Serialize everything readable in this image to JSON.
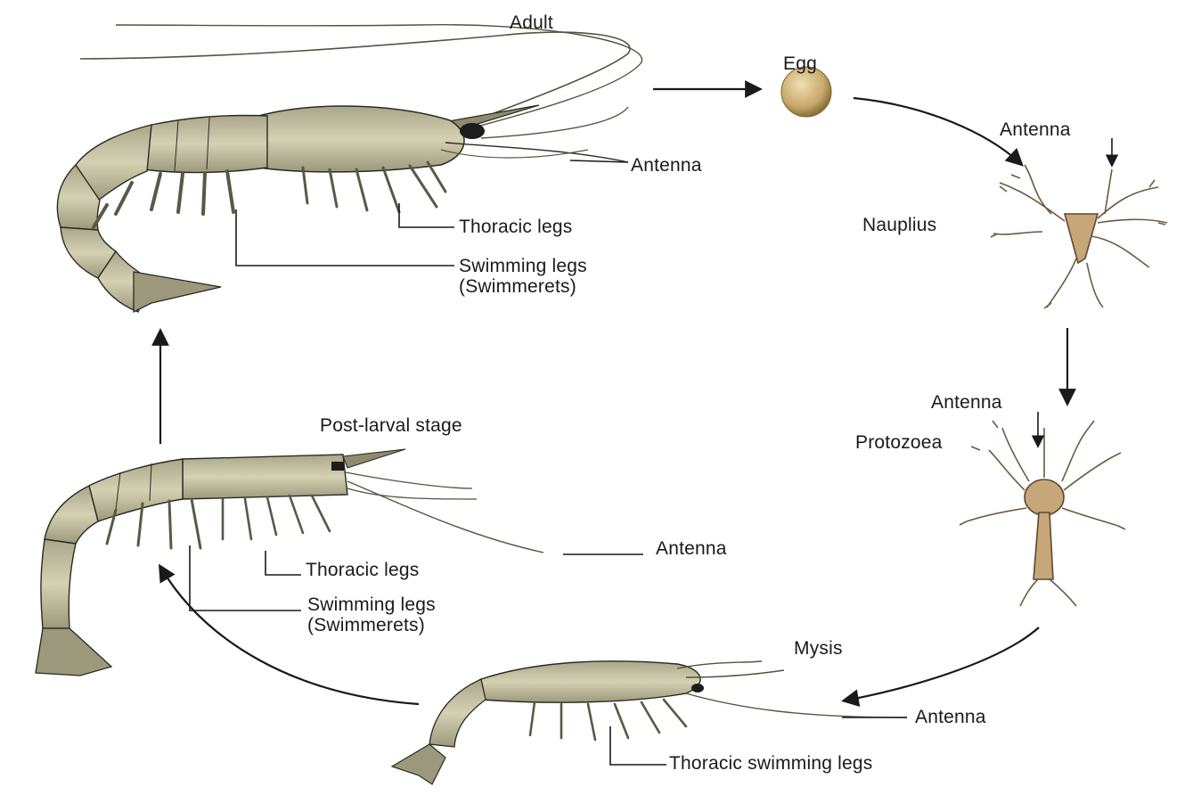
{
  "stages": {
    "adult": "Adult",
    "egg": "Egg",
    "nauplius": "Nauplius",
    "protozoea": "Protozoea",
    "mysis": "Mysis",
    "postlarval": "Post-larval stage"
  },
  "labels": {
    "antenna": "Antenna",
    "thoracic_legs": "Thoracic legs",
    "swimming_legs": "Swimming legs",
    "swimmerets": "(Swimmerets)",
    "thoracic_swimming_legs": "Thoracic swimming legs"
  },
  "colors": {
    "body": "#c9c6a6",
    "body_dark": "#8d8a6e",
    "outline": "#2b2a22",
    "egg": "#c8a86a",
    "arrow": "#1a1a1a"
  }
}
